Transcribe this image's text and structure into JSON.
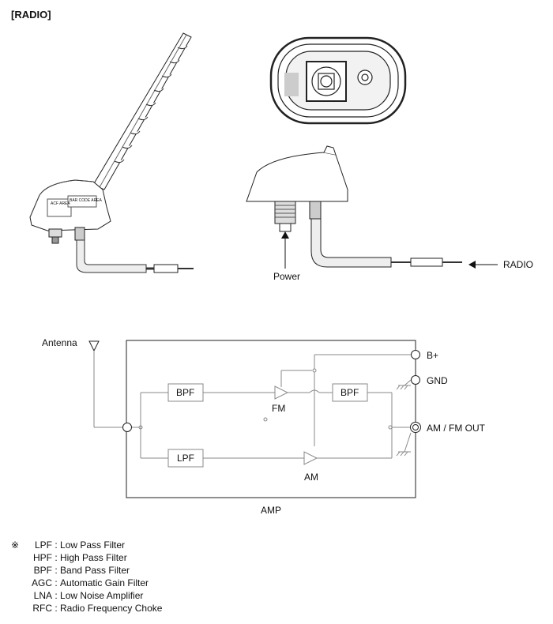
{
  "title": "[RADIO]",
  "illustration": {
    "antenna_label_1": "ACF AREA",
    "antenna_label_2": "BAR CODE AREA",
    "power_label": "Power",
    "radio_label": "RADIO"
  },
  "circuit": {
    "antenna_label": "Antenna",
    "bpf_top": "BPF",
    "bpf_right": "BPF",
    "lpf": "LPF",
    "fm": "FM",
    "am": "AM",
    "b_plus": "B+",
    "gnd": "GND",
    "out": "AM / FM OUT",
    "amp": "AMP"
  },
  "legend": {
    "symbol": "※",
    "items": [
      {
        "term": "LPF",
        "def": "Low Pass Filter"
      },
      {
        "term": "HPF",
        "def": "High Pass Filter"
      },
      {
        "term": "BPF",
        "def": "Band Pass Filter"
      },
      {
        "term": "AGC",
        "def": "Automatic Gain Filter"
      },
      {
        "term": "LNA",
        "def": "Low Noise Amplifier"
      },
      {
        "term": "RFC",
        "def": "Radio Frequency Choke"
      }
    ]
  }
}
